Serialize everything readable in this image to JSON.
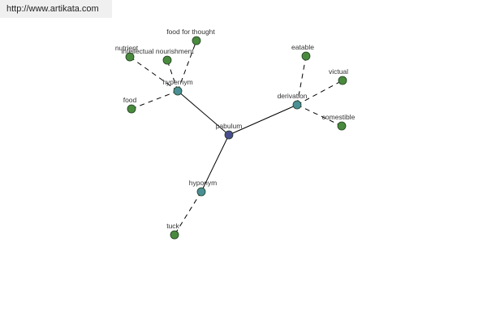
{
  "banner": {
    "url": "http://www.artikata.com"
  },
  "colors": {
    "center": "#4b4b8f",
    "relation": "#4a8f96",
    "leaf": "#4a8a3e",
    "stroke": "#1f3f1f"
  },
  "graph": {
    "center": {
      "id": "pabulum",
      "label": "pabulum"
    },
    "relations": [
      {
        "id": "hypernym",
        "label": "hypernym"
      },
      {
        "id": "derivation",
        "label": "derivation"
      },
      {
        "id": "hyponym",
        "label": "hyponym"
      }
    ],
    "leaves": [
      {
        "id": "nutrient",
        "label": "nutrient",
        "parent": "hypernym"
      },
      {
        "id": "intellectual-nourishment",
        "label": "intellectual nourishment",
        "parent": "hypernym"
      },
      {
        "id": "food-for-thought",
        "label": "food for thought",
        "parent": "hypernym"
      },
      {
        "id": "food",
        "label": "food",
        "parent": "hypernym"
      },
      {
        "id": "eatable",
        "label": "eatable",
        "parent": "derivation"
      },
      {
        "id": "victual",
        "label": "victual",
        "parent": "derivation"
      },
      {
        "id": "comestible",
        "label": "comestible",
        "parent": "derivation"
      },
      {
        "id": "tuck",
        "label": "tuck",
        "parent": "hyponym"
      }
    ]
  }
}
